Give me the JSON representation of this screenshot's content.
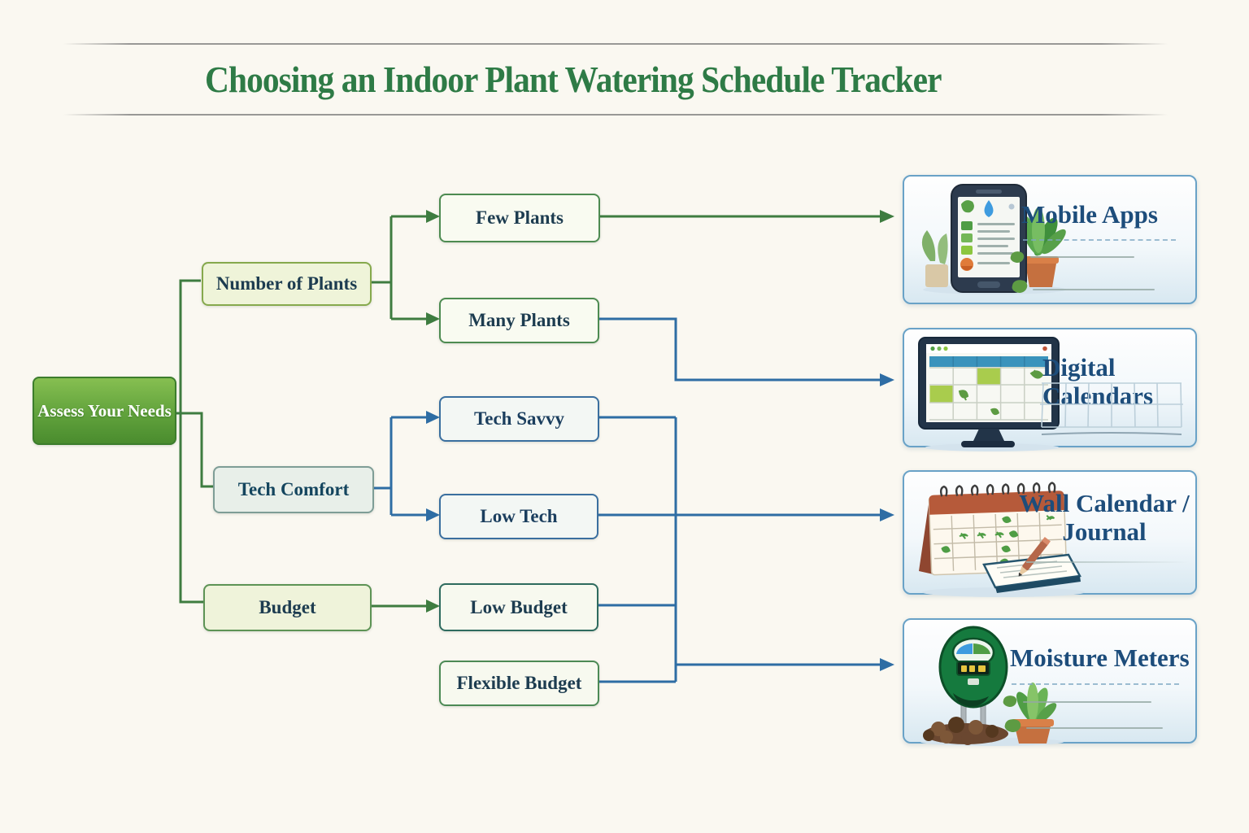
{
  "title": "Choosing an Indoor Plant Watering Schedule Tracker",
  "flow": {
    "root": {
      "label": "Assess Your Needs"
    },
    "criteria": [
      {
        "label": "Number of Plants"
      },
      {
        "label": "Tech Comfort"
      },
      {
        "label": "Budget"
      }
    ],
    "options": [
      {
        "label": "Few Plants"
      },
      {
        "label": "Many Plants"
      },
      {
        "label": "Tech Savvy"
      },
      {
        "label": "Low Tech"
      },
      {
        "label": "Low Budget"
      },
      {
        "label": "Flexible Budget"
      }
    ],
    "outcomes": [
      {
        "label": "Mobile Apps",
        "icon": "smartphone-plant-app-illustration"
      },
      {
        "label": "Digital Calendars",
        "icon": "desktop-calendar-illustration"
      },
      {
        "label": "Wall Calendar / Journal",
        "icon": "wall-calendar-journal-illustration"
      },
      {
        "label": "Moisture Meters",
        "icon": "soil-moisture-meter-illustration"
      }
    ],
    "edges": [
      {
        "from": "Assess Your Needs",
        "to": "Number of Plants"
      },
      {
        "from": "Assess Your Needs",
        "to": "Tech Comfort"
      },
      {
        "from": "Assess Your Needs",
        "to": "Budget"
      },
      {
        "from": "Number of Plants",
        "to": "Few Plants"
      },
      {
        "from": "Number of Plants",
        "to": "Many Plants"
      },
      {
        "from": "Tech Comfort",
        "to": "Tech Savvy"
      },
      {
        "from": "Tech Comfort",
        "to": "Low Tech"
      },
      {
        "from": "Budget",
        "to": "Low Budget"
      },
      {
        "from": "Few Plants",
        "to": "Mobile Apps"
      },
      {
        "from": "Many Plants",
        "to": "Digital Calendars"
      },
      {
        "from": "Low Tech",
        "to": "Wall Calendar / Journal"
      },
      {
        "from": "Flexible Budget",
        "to": "Moisture Meters"
      }
    ]
  },
  "colors": {
    "background": "#faf8f1",
    "title_green": "#2e7b46",
    "green_connector": "#3e7c40",
    "blue_connector": "#2e6da4",
    "root_fill_top": "#86bf51",
    "root_fill_bottom": "#4a8c2e",
    "card_border": "#69a2c7",
    "card_title_blue": "#1d4d7b"
  }
}
